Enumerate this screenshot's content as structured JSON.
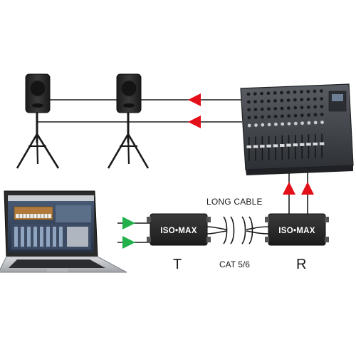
{
  "labels": {
    "long_cable": "LONG CABLE",
    "cat": "CAT 5/6",
    "transmitter": "T",
    "receiver": "R",
    "box_brand": "ISO•MAX"
  },
  "colors": {
    "signal_from_mixer": "#e3101a",
    "signal_from_laptop": "#22b04a",
    "signal_to_mixer": "#e3101a",
    "device_body": "#2a2a2a"
  },
  "icons": {
    "speaker": "pa-speaker-on-tripod",
    "mixer": "audio-mixing-console",
    "laptop": "laptop-with-daw",
    "isolator": "isomax-box"
  }
}
